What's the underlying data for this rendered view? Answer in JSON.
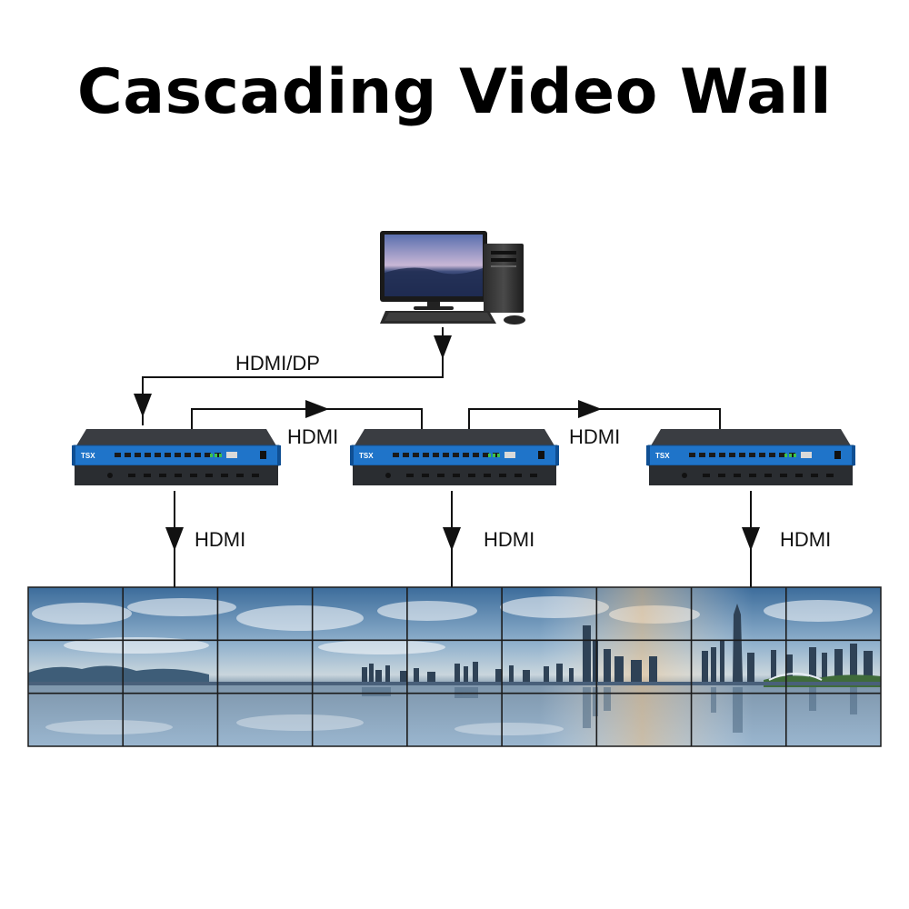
{
  "title": "Cascading Video Wall",
  "connections": {
    "source_link": "HDMI/DP",
    "cascade_link_1": "HDMI",
    "cascade_link_2": "HDMI",
    "output_link_1": "HDMI",
    "output_link_2": "HDMI",
    "output_link_3": "HDMI"
  },
  "controllers": [
    {
      "brand": "TSX"
    },
    {
      "brand": "TSX"
    },
    {
      "brand": "TSX"
    }
  ],
  "video_wall": {
    "columns": 9,
    "rows": 3
  },
  "colors": {
    "controller_blue": "#1f74c9",
    "controller_body": "#2a2d31",
    "line": "#111111",
    "sky_top": "#3f6f9e",
    "water": "#9fb8cf"
  }
}
